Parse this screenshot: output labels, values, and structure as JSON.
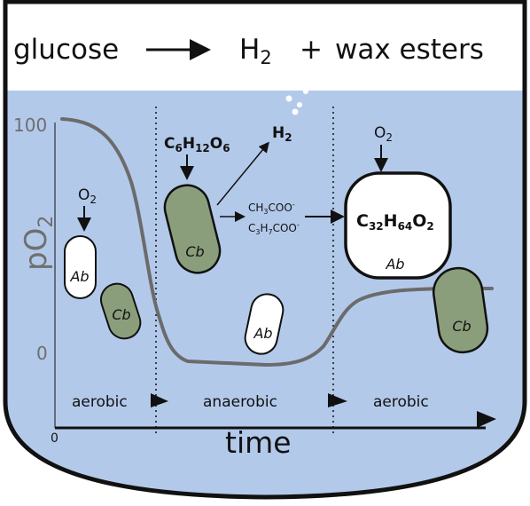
{
  "header": {
    "reactant": "glucose",
    "product_h": "H",
    "product_sub": "2",
    "plus": "+",
    "product_wax": "wax esters"
  },
  "axes": {
    "y_label": "pO",
    "y_label_sub": "2",
    "y_max": "100",
    "y_min": "0",
    "x_origin": "0",
    "x_label": "time"
  },
  "phases": [
    "aerobic",
    "anaerobic",
    "aerobic"
  ],
  "cells": {
    "ab": "Ab",
    "cb": "Cb"
  },
  "chem": {
    "o2_main": "O",
    "o2_sub": "2",
    "glucose_c": "C",
    "glucose_c_sub": "6",
    "glucose_h": "H",
    "glucose_h_sub": "12",
    "glucose_o": "O",
    "glucose_o_sub": "6",
    "h2_main": "H",
    "h2_sub": "2",
    "acetate_a": "CH",
    "acetate_a_sub": "3",
    "acetate_b": "COO",
    "acetate_sup": "-",
    "butyrate_a": "C",
    "butyrate_a_sub": "3",
    "butyrate_b": "H",
    "butyrate_b_sub": "7",
    "butyrate_c": "COO",
    "butyrate_sup": "-",
    "wax_c": "C",
    "wax_c_sub": "32",
    "wax_h": "H",
    "wax_h_sub": "64",
    "wax_o": "O",
    "wax_o_sub": "2"
  },
  "colors": {
    "medium": "#b3c9ea",
    "cb_cell": "#8a9e7b",
    "curve": "#6b6b6b",
    "ink": "#111111"
  }
}
